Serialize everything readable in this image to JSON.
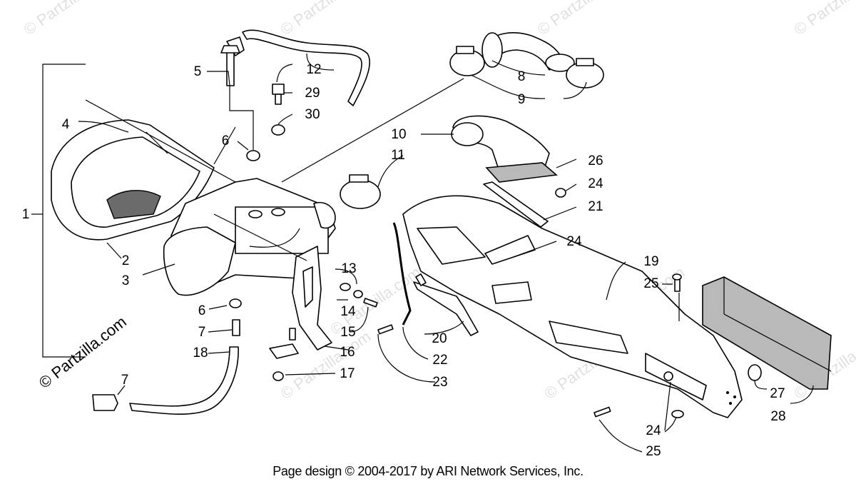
{
  "callouts": [
    {
      "id": "c1",
      "text": "1"
    },
    {
      "id": "c2",
      "text": "2"
    },
    {
      "id": "c3",
      "text": "3"
    },
    {
      "id": "c4",
      "text": "4"
    },
    {
      "id": "c5",
      "text": "5"
    },
    {
      "id": "c6a",
      "text": "6"
    },
    {
      "id": "c6b",
      "text": "6"
    },
    {
      "id": "c7a",
      "text": "7"
    },
    {
      "id": "c7b",
      "text": "7"
    },
    {
      "id": "c8",
      "text": "8"
    },
    {
      "id": "c9",
      "text": "9"
    },
    {
      "id": "c10",
      "text": "10"
    },
    {
      "id": "c11",
      "text": "11"
    },
    {
      "id": "c12",
      "text": "12"
    },
    {
      "id": "c13",
      "text": "13"
    },
    {
      "id": "c14",
      "text": "14"
    },
    {
      "id": "c15",
      "text": "15"
    },
    {
      "id": "c16",
      "text": "16"
    },
    {
      "id": "c17",
      "text": "17"
    },
    {
      "id": "c18",
      "text": "18"
    },
    {
      "id": "c19",
      "text": "19"
    },
    {
      "id": "c20",
      "text": "20"
    },
    {
      "id": "c21",
      "text": "21"
    },
    {
      "id": "c22",
      "text": "22"
    },
    {
      "id": "c23",
      "text": "23"
    },
    {
      "id": "c24a",
      "text": "24"
    },
    {
      "id": "c24b",
      "text": "24"
    },
    {
      "id": "c24c",
      "text": "24"
    },
    {
      "id": "c25a",
      "text": "25"
    },
    {
      "id": "c25b",
      "text": "25"
    },
    {
      "id": "c26",
      "text": "26"
    },
    {
      "id": "c27",
      "text": "27"
    },
    {
      "id": "c28",
      "text": "28"
    },
    {
      "id": "c29",
      "text": "29"
    },
    {
      "id": "c30",
      "text": "30"
    }
  ],
  "watermark": {
    "side_text": "© Partzilla.com",
    "tile_text": "© Partzilla.com"
  },
  "footer": {
    "text": "Page design © 2004-2017 by ARI Network Services, Inc."
  }
}
